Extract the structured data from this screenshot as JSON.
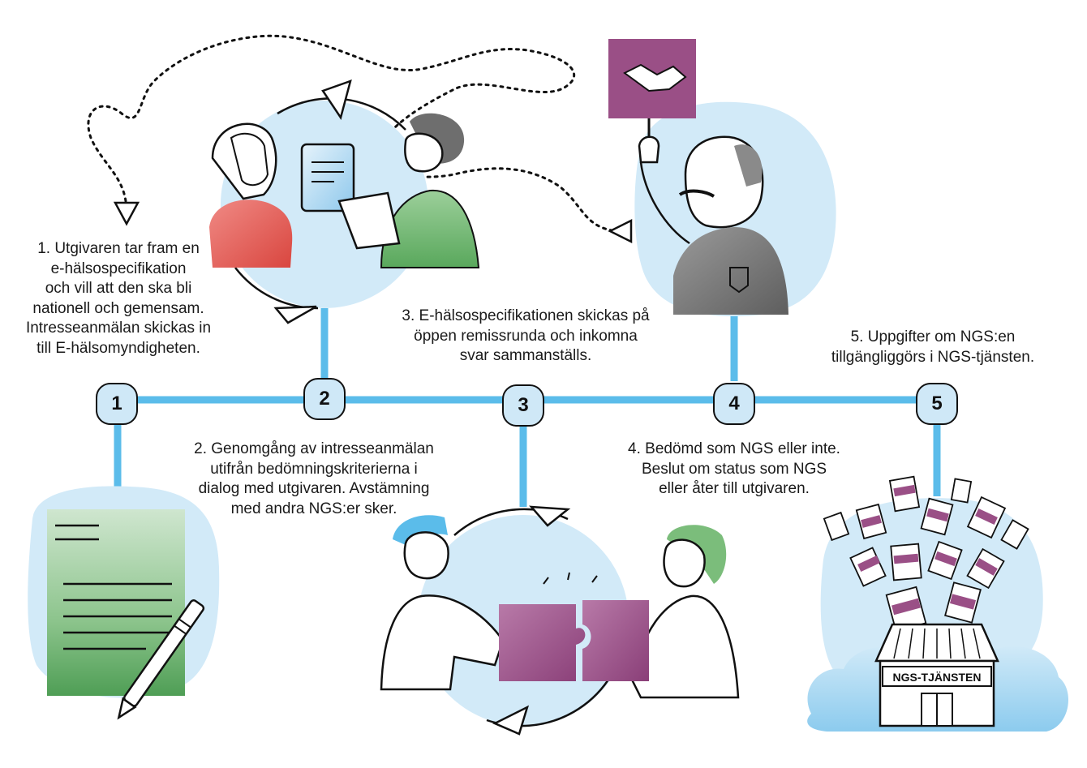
{
  "colors": {
    "timeline": "#5bbcea",
    "bubble": "#d2eaf8",
    "node_fill": "#cfe8f7",
    "green": "#5aa45a",
    "red": "#e0504f",
    "purple": "#9a4f86",
    "grey": "#6f6f6f"
  },
  "steps": [
    {
      "number": "1",
      "lines": [
        "1. Utgivaren tar fram en",
        "e-hälsospecifikation",
        "och vill att den ska bli",
        "nationell och gemensam.",
        "Intresseanmälan skickas in",
        "till E-hälsomyndigheten."
      ]
    },
    {
      "number": "2",
      "lines": [
        "2. Genomgång av intresseanmälan",
        "utifrån bedömningskriterierna i",
        "dialog med utgivaren. Avstämning",
        "med andra NGS:er sker."
      ]
    },
    {
      "number": "3",
      "lines": [
        "3. E-hälsospecifikationen skickas på",
        "öppen remissrunda och inkomna",
        "svar sammanställs."
      ]
    },
    {
      "number": "4",
      "lines": [
        "4. Bedömd som NGS eller inte.",
        "Beslut om status som NGS",
        "eller åter till utgivaren."
      ]
    },
    {
      "number": "5",
      "lines": [
        "5. Uppgifter om NGS:en",
        "tillgängliggörs i NGS-tjänsten."
      ]
    }
  ],
  "illustrations": {
    "step1": "document-and-pen-icon",
    "step2": "two-people-reviewing-tablet-icon",
    "step3": "two-people-joining-puzzle-icon",
    "step4": "man-holding-handshake-sign-icon",
    "step5": "ngs-service-building-icon",
    "building_sign": "NGS-TJÄNSTEN"
  }
}
